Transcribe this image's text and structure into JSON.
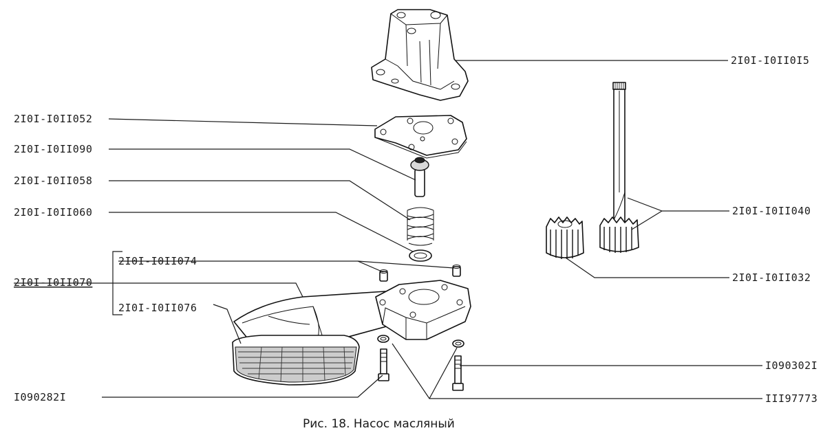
{
  "labels": {
    "housing": "2I0I-I0II0I5",
    "cover_plate": "2I0I-I0II052",
    "valve": "2I0I-I0II090",
    "spring": "2I0I-I0II058",
    "washer": "2I0I-I0II060",
    "pickup_assembly": "2I0I-I0II070",
    "pin": "2I0I-I0II074",
    "screen": "2I0I-I0II076",
    "drive_shaft": "2I0I-I0II040",
    "driven_gear": "2I0I-I0II032",
    "bolt_right": "I090302I",
    "bolt_left": "I090282I",
    "lock_washer": "III97773"
  },
  "caption": "Рис. 18. Насос масляный"
}
